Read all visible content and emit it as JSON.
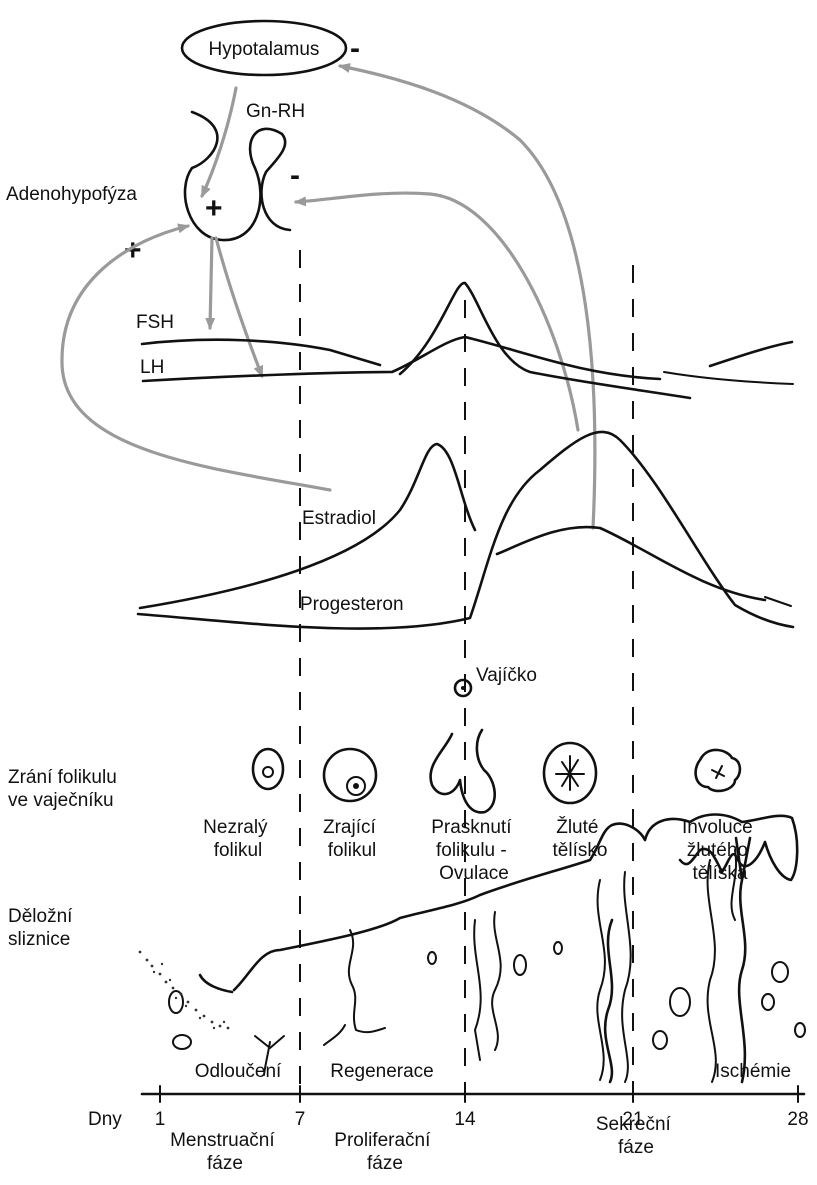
{
  "hypothalamus": "Hypotalamus",
  "gnrh": "Gn-RH",
  "adenohypophysis": "Adenohypofýza",
  "signs": {
    "minus_hypothalamus": "-",
    "minus_pituitary": "-",
    "plus_pituitary": "+",
    "plus_feedback": "+"
  },
  "hormones": {
    "fsh": "FSH",
    "lh": "LH",
    "estradiol": "Estradiol",
    "progesterone": "Progesteron"
  },
  "egg": "Vajíčko",
  "follicle_heading": [
    "Zrání folikulu",
    "ve vaječníku"
  ],
  "follicle_stages": [
    {
      "lines": [
        "Nezralý",
        "folikul"
      ]
    },
    {
      "lines": [
        "Zrající",
        "folikul"
      ]
    },
    {
      "lines": [
        "Prasknutí",
        "folikulu -",
        "Ovulace"
      ]
    },
    {
      "lines": [
        "Žluté",
        "tělísko"
      ]
    },
    {
      "lines": [
        "Involuce",
        "žlutého",
        "tělíska"
      ]
    }
  ],
  "endometrium_heading": [
    "Děložní",
    "sliznice"
  ],
  "endometrium_stages": [
    "Odloučení",
    "Regenerace",
    "Ischémie"
  ],
  "axis": {
    "label": "Dny",
    "ticks": [
      "1",
      "7",
      "14",
      "21",
      "28"
    ]
  },
  "phases": [
    {
      "lines": [
        "Menstruační",
        "fáze"
      ]
    },
    {
      "lines": [
        "Proliferační",
        "fáze"
      ]
    },
    {
      "lines": [
        "Sekreční",
        "fáze"
      ]
    }
  ],
  "colors": {
    "ink": "#111111",
    "arrow": "#9a9a9a",
    "background": "#ffffff"
  }
}
